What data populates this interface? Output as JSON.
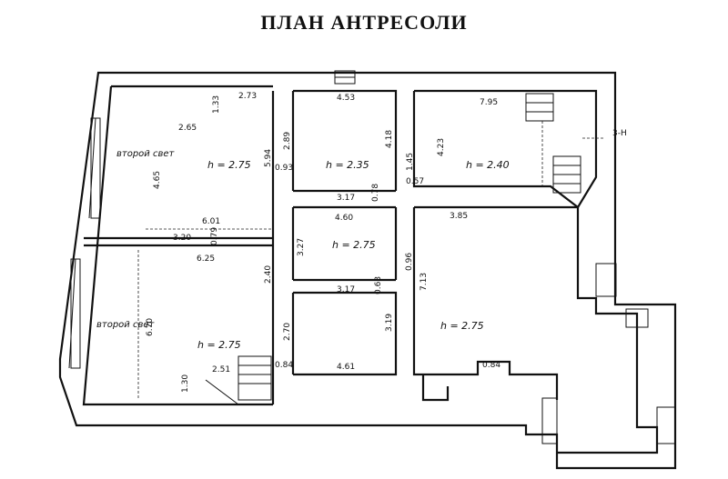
{
  "title": "ПЛАН  АНТРЕСОЛИ",
  "rooms": [
    {
      "height": "h = 2.75",
      "label": "второй свет",
      "dims": [
        "2.73",
        "1.33",
        "2.65",
        "4.65",
        "5.94",
        "6.01"
      ]
    },
    {
      "height": "h = 2.35",
      "dims": [
        "4.53",
        "2.89",
        "0.93",
        "4.18",
        "3.17",
        "0.78"
      ]
    },
    {
      "height": "h = 2.40",
      "dims": [
        "7.95",
        "4.23",
        "1.45",
        "0.57",
        "3-H"
      ]
    },
    {
      "height": "h = 2.75",
      "dims": [
        "4.60",
        "3.27",
        "0.96",
        "3.17",
        "0.63"
      ]
    },
    {
      "height": "h = 2.75",
      "dims": [
        "3.85",
        "7.13",
        "0.84"
      ]
    },
    {
      "height": "h = 2.75",
      "label": "второй свет",
      "dims": [
        "3.20",
        "0.79",
        "6.25",
        "2.40",
        "6.70",
        "2.70",
        "0.84",
        "2.51",
        "1.30"
      ]
    },
    {
      "dims": [
        "3.19",
        "4.61"
      ]
    }
  ]
}
